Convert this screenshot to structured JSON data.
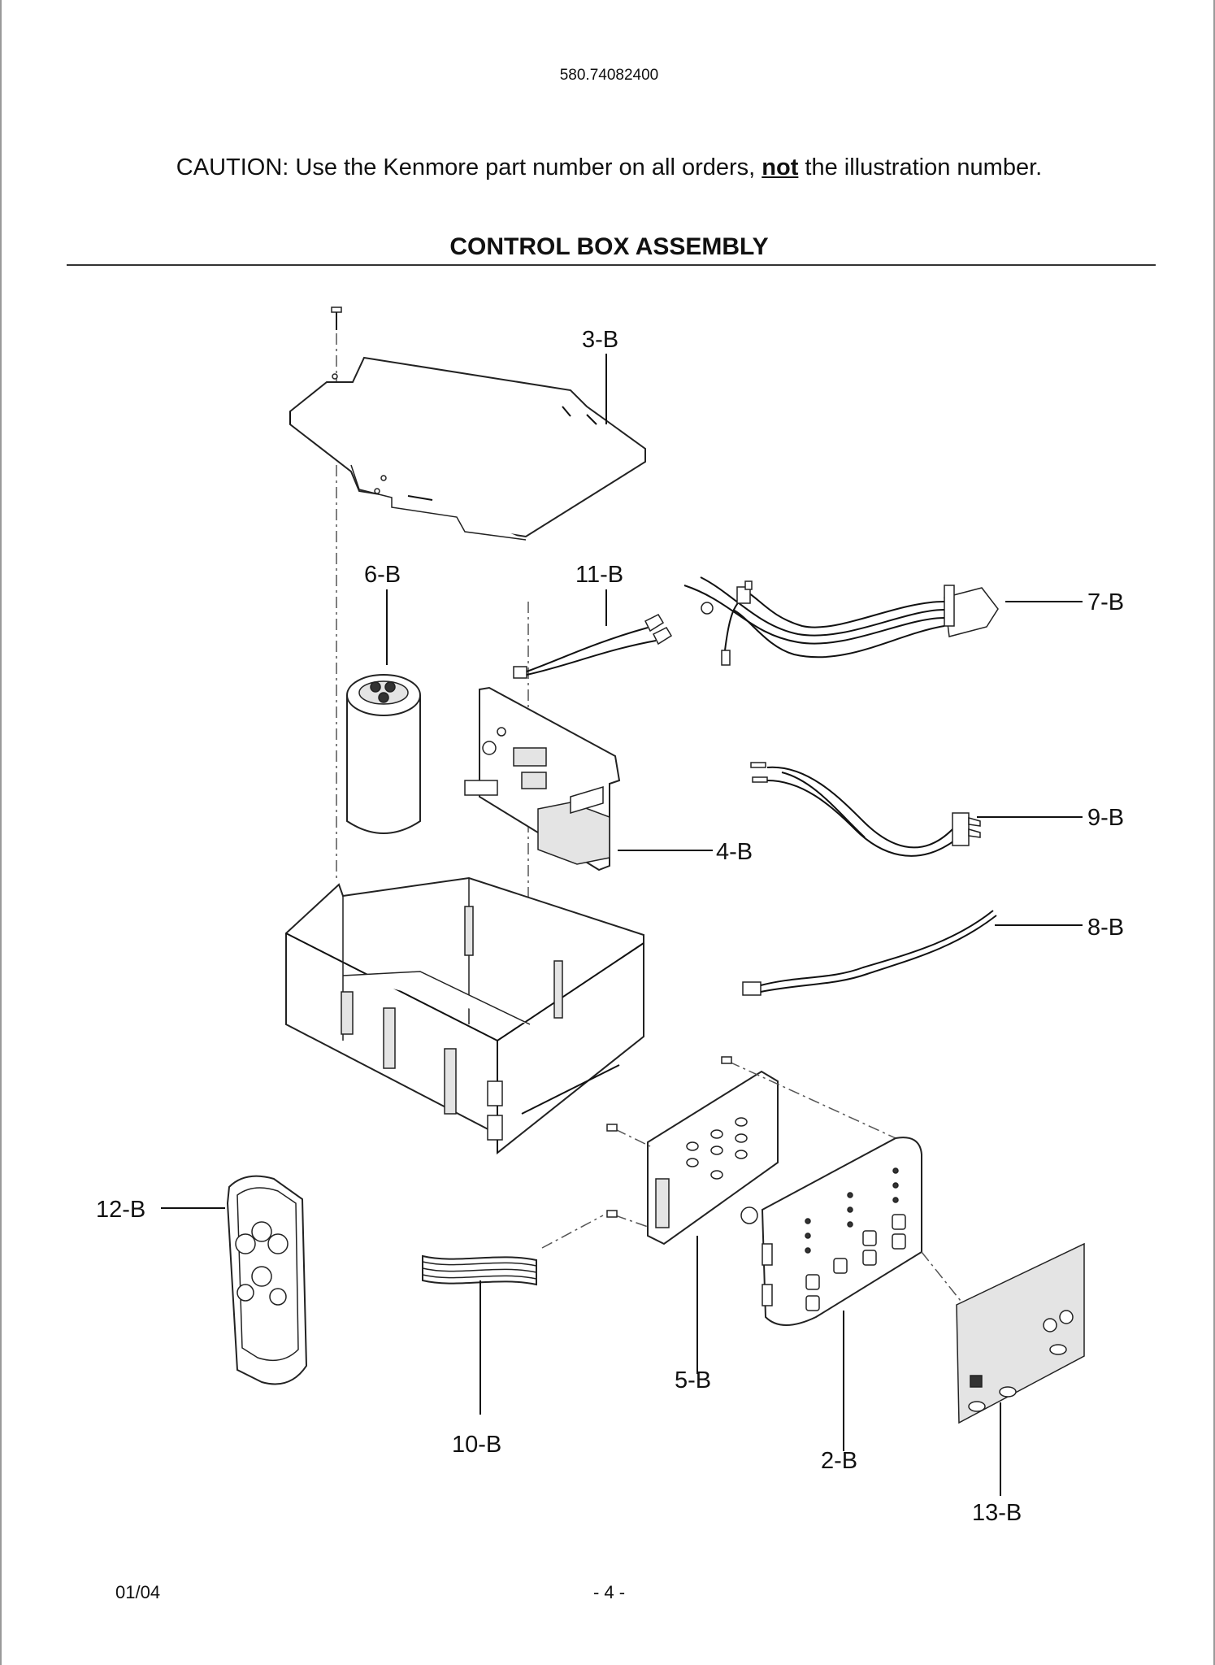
{
  "header": {
    "doc_number": "580.74082400",
    "caution_prefix": "CAUTION: Use the Kenmore part number on all orders, ",
    "caution_emphasis": "not",
    "caution_suffix": " the illustration number.",
    "section_title": "CONTROL BOX ASSEMBLY"
  },
  "diagram": {
    "callouts": {
      "p3b": "3-B",
      "p6b": "6-B",
      "p11b": "11-B",
      "p7b": "7-B",
      "p9b": "9-B",
      "p4b": "4-B",
      "p8b": "8-B",
      "p12b": "12-B",
      "p5b": "5-B",
      "p10b": "10-B",
      "p2b": "2-B",
      "p13b": "13-B"
    }
  },
  "footer": {
    "date": "01/04",
    "page": "- 4 -"
  }
}
